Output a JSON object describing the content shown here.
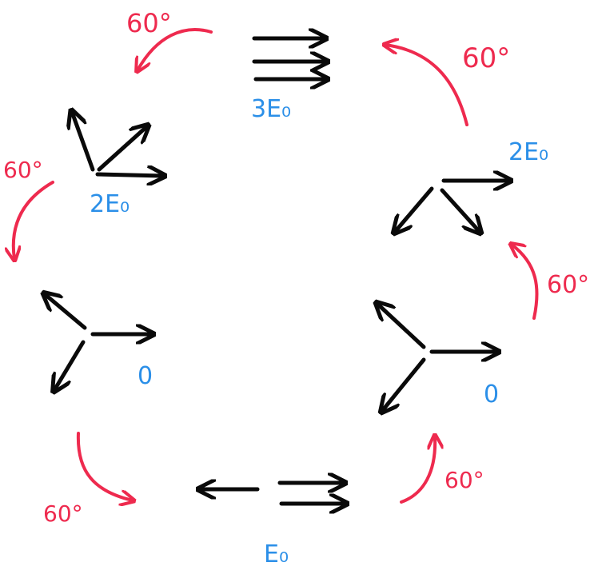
{
  "colors": {
    "vector": "#0a0a0a",
    "rotation": "#ee2a4e",
    "field_label": "#2b8fe8"
  },
  "states": [
    {
      "name": "state-top",
      "field_label": "3E₀"
    },
    {
      "name": "state-upper-right",
      "field_label": "2E₀"
    },
    {
      "name": "state-right",
      "field_label": "0"
    },
    {
      "name": "state-bottom",
      "field_label": "E₀"
    },
    {
      "name": "state-left",
      "field_label": "0"
    },
    {
      "name": "state-upper-left",
      "field_label": "2E₀"
    }
  ],
  "rotation_steps": [
    {
      "label": "60°"
    },
    {
      "label": "60°"
    },
    {
      "label": "60°"
    },
    {
      "label": "60°"
    },
    {
      "label": "60°"
    },
    {
      "label": "60°"
    }
  ]
}
